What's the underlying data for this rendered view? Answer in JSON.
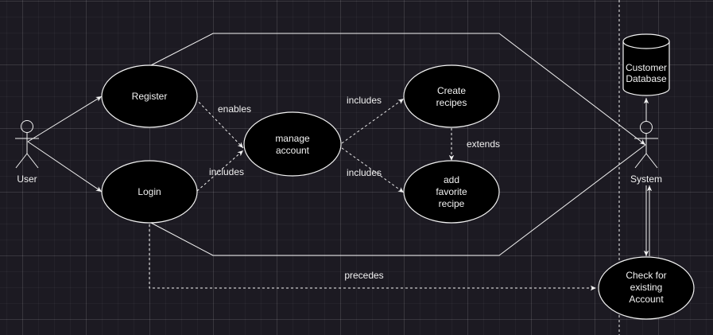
{
  "diagram": {
    "actors": {
      "user": "User",
      "system": "System"
    },
    "database": "Customer Database",
    "use_cases": {
      "register": "Register",
      "login": "Login",
      "manage_account": [
        "manage",
        "account"
      ],
      "create_recipes": [
        "Create",
        "recipes"
      ],
      "add_favorite": [
        "add",
        "favorite",
        "recipe"
      ],
      "check_account": [
        "Check for",
        "existing",
        "Account"
      ]
    },
    "relations": {
      "register_manage": "enables",
      "login_manage": "includes",
      "manage_create": "includes",
      "manage_favorite": "includes",
      "create_favorite": "extends",
      "login_check": "precedes"
    }
  },
  "colors": {
    "background": "#1c1a22",
    "node_fill": "#000000",
    "stroke": "#f2f2f2"
  }
}
